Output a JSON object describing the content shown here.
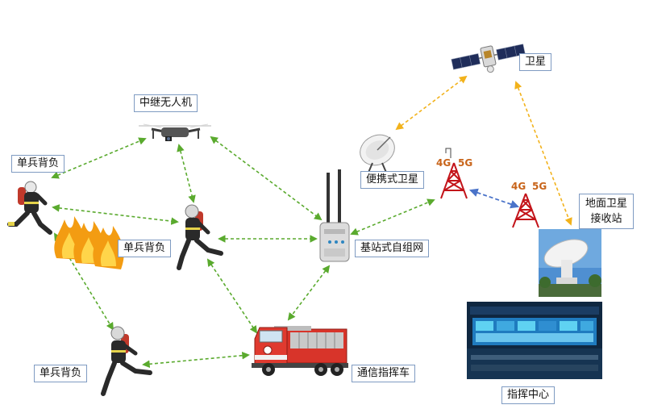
{
  "labels": {
    "satellite": "卫星",
    "relay_drone": "中继无人机",
    "soldier_1": "单兵背负",
    "soldier_2": "单兵背负",
    "soldier_3": "单兵背负",
    "portable_satellite": "便携式卫星",
    "base_station_mesh": "基站式自组网",
    "command_vehicle": "通信指挥车",
    "ground_station": "地面卫星接收站",
    "command_center": "指挥中心"
  },
  "tower_1": {
    "band_a": "4G",
    "band_b": "5G"
  },
  "tower_2": {
    "band_a": "4G",
    "band_b": "5G"
  },
  "colors": {
    "green_link": "#5aaa2e",
    "yellow_link": "#f2b21b",
    "blue_link": "#4a73c9",
    "tower_red": "#c3141a",
    "band_orange": "#c8641a",
    "label_border": "#7f9bc2"
  }
}
